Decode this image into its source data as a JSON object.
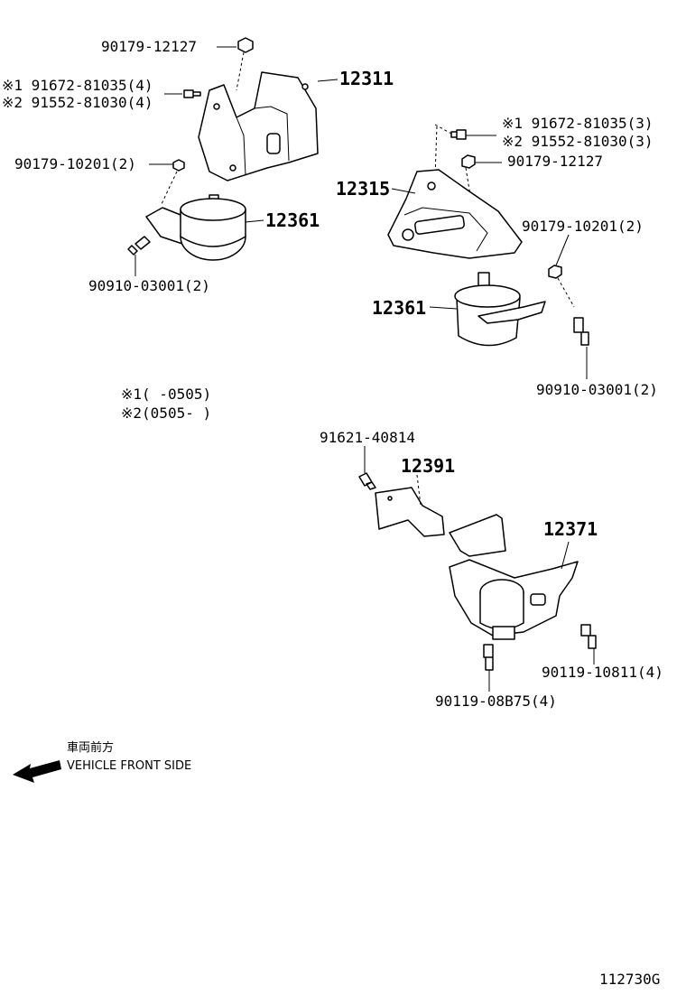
{
  "labels": {
    "nut_top_left": "90179-12127",
    "bolt_left_1": "※1 91672-81035(4)",
    "bolt_left_2": "※2 91552-81030(4)",
    "bracket_left": "12311",
    "nut_left_small": "90179-10201(2)",
    "mount_left": "12361",
    "bolt_left_bottom": "90910-03001(2)",
    "bolt_right_1": "※1 91672-81035(3)",
    "bolt_right_2": "※2 91552-81030(3)",
    "nut_right_top": "90179-12127",
    "bracket_right": "12315",
    "nut_right_small": "90179-10201(2)",
    "mount_right": "12361",
    "bolt_right_bottom": "90910-03001(2)",
    "note_1": "※1(        -0505)",
    "note_2": "※2(0505-         )",
    "bolt_rear": "91621-40814",
    "bracket_rear": "12391",
    "mount_rear": "12371",
    "bolt_rear_right": "90119-10811(4)",
    "bolt_rear_bottom": "90119-08B75(4)",
    "front_jp": "車両前方",
    "front_en": "VEHICLE FRONT SIDE",
    "diagram_code": "112730G"
  }
}
